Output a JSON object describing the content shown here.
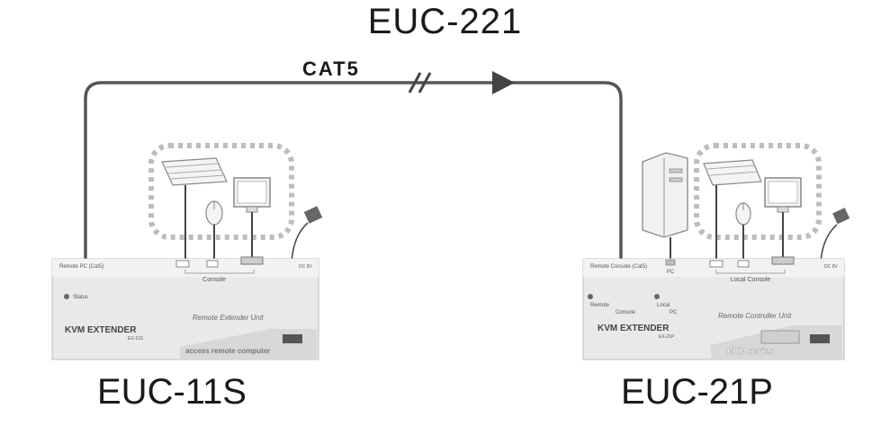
{
  "diagram": {
    "title": "EUC-221",
    "cable_label": "CAT5",
    "left_unit": {
      "name": "EUC-11S",
      "port_remote": "Remote PC (Cat5)",
      "port_console": "Console",
      "panel_text": "KVM EXTENDER",
      "panel_model": "EX-11S",
      "panel_subtitle": "Remote Extender Unit",
      "panel_bar": "access remote computer",
      "status": "Status",
      "dc": "DC 9V"
    },
    "right_unit": {
      "name": "EUC-21P",
      "port_remote": "Remote Console (Cat5)",
      "port_pc": "PC",
      "port_console": "Local Console",
      "panel_text": "KVM EXTENDER",
      "panel_model": "EX-21P",
      "panel_subtitle": "Remote Controller Unit",
      "series": "EKP series",
      "status_remote": "Remote",
      "status_local": "Local",
      "mode_console": "Console",
      "mode_pc": "PC",
      "dc": "DC 9V"
    }
  },
  "colors": {
    "line": "#555555",
    "box": "#e9e9e9",
    "dots": "#bdbdbd",
    "text": "#1a1a1a"
  }
}
